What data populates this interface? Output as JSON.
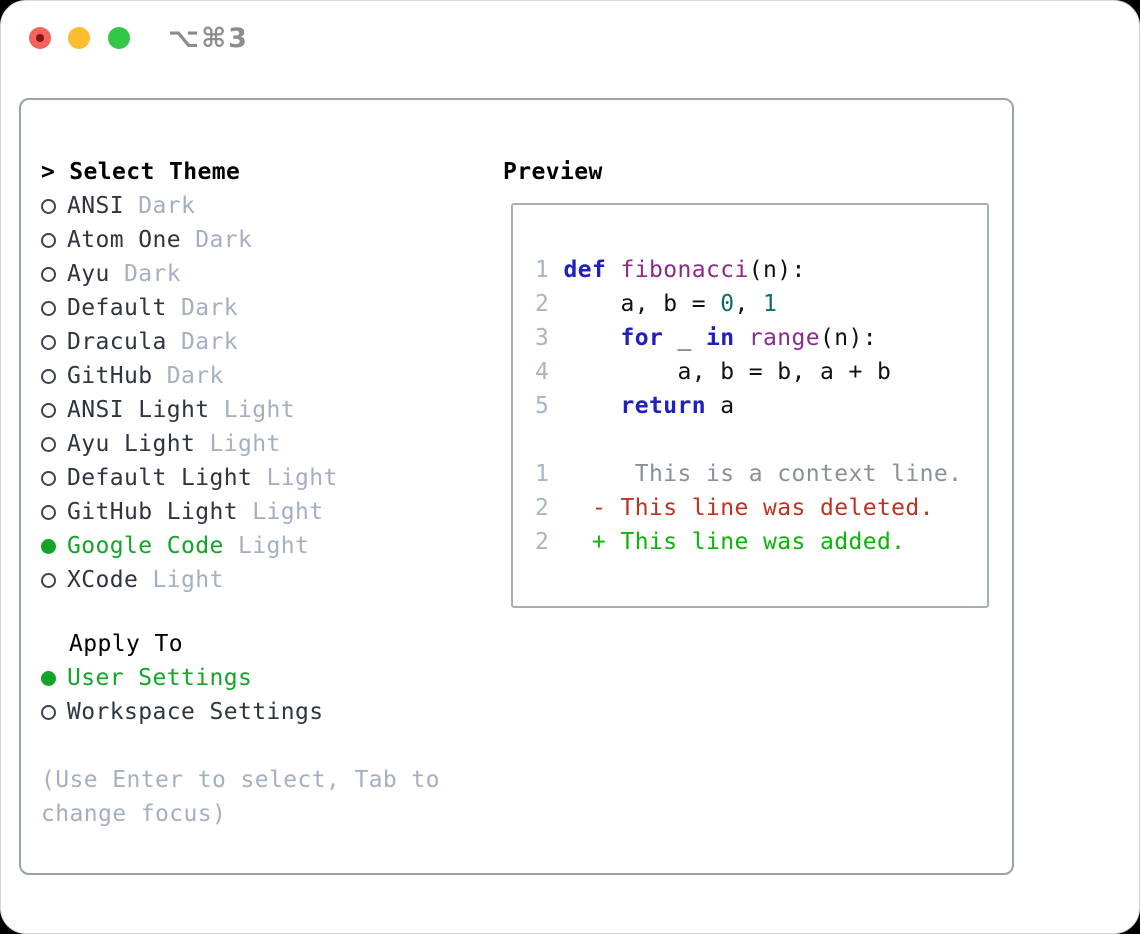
{
  "window": {
    "title": "⌥⌘3",
    "buttons": [
      "close",
      "minimize",
      "zoom"
    ]
  },
  "colors": {
    "accent_green": "#12a527",
    "keyword_blue": "#2020bd",
    "function_purple": "#8a2a8a",
    "literal_teal": "#0b6e6e",
    "line_number": "#a9b4c4",
    "context_gray": "#8a9099",
    "diff_red": "#c0321f",
    "diff_green": "#0ab50a",
    "tl_red": "#f4645c",
    "tl_red_dot": "#8a150e",
    "tl_yellow": "#fcbd2e",
    "tl_green": "#33c748"
  },
  "theme_picker": {
    "prompt": ">",
    "title": "Select Theme",
    "items": [
      {
        "label": "ANSI",
        "variant": " Dark",
        "selected": false
      },
      {
        "label": "Atom One",
        "variant": " Dark",
        "selected": false
      },
      {
        "label": "Ayu",
        "variant": " Dark",
        "selected": false
      },
      {
        "label": "Default",
        "variant": " Dark",
        "selected": false
      },
      {
        "label": "Dracula",
        "variant": " Dark",
        "selected": false
      },
      {
        "label": "GitHub",
        "variant": " Dark",
        "selected": false
      },
      {
        "label": "ANSI Light",
        "variant": " Light",
        "selected": false
      },
      {
        "label": "Ayu Light",
        "variant": " Light",
        "selected": false
      },
      {
        "label": "Default Light",
        "variant": " Light",
        "selected": false
      },
      {
        "label": "GitHub Light",
        "variant": " Light",
        "selected": false
      },
      {
        "label": "Google Code",
        "variant": " Light",
        "selected": true
      },
      {
        "label": "XCode",
        "variant": " Light",
        "selected": false
      }
    ]
  },
  "apply_to": {
    "title": "Apply To",
    "options": [
      {
        "label": "User Settings",
        "selected": true
      },
      {
        "label": "Workspace Settings",
        "selected": false
      }
    ]
  },
  "hint": "(Use Enter to select, Tab to change focus)",
  "preview": {
    "title": "Preview",
    "code_lines": [
      {
        "no": "1",
        "segments": [
          {
            "t": "def",
            "c": "kw"
          },
          {
            "t": " ",
            "c": "plain"
          },
          {
            "t": "fibonacci",
            "c": "fn"
          },
          {
            "t": "(n):",
            "c": "plain"
          }
        ]
      },
      {
        "no": "2",
        "segments": [
          {
            "t": "    a, b = ",
            "c": "plain"
          },
          {
            "t": "0",
            "c": "num"
          },
          {
            "t": ", ",
            "c": "plain"
          },
          {
            "t": "1",
            "c": "num"
          }
        ]
      },
      {
        "no": "3",
        "segments": [
          {
            "t": "    ",
            "c": "plain"
          },
          {
            "t": "for",
            "c": "kw"
          },
          {
            "t": " _ ",
            "c": "plain"
          },
          {
            "t": "in",
            "c": "kw"
          },
          {
            "t": " ",
            "c": "plain"
          },
          {
            "t": "range",
            "c": "fn"
          },
          {
            "t": "(n):",
            "c": "plain"
          }
        ]
      },
      {
        "no": "4",
        "segments": [
          {
            "t": "        a, b = b, a + b",
            "c": "plain"
          }
        ]
      },
      {
        "no": "5",
        "segments": [
          {
            "t": "    ",
            "c": "plain"
          },
          {
            "t": "return",
            "c": "kw"
          },
          {
            "t": " a",
            "c": "plain"
          }
        ]
      }
    ],
    "diff_lines": [
      {
        "no": "1",
        "c": "ctx",
        "t": "     This is a context line."
      },
      {
        "no": "2",
        "c": "del",
        "t": "  - This line was deleted."
      },
      {
        "no": "2",
        "c": "add",
        "t": "  + This line was added."
      }
    ]
  }
}
